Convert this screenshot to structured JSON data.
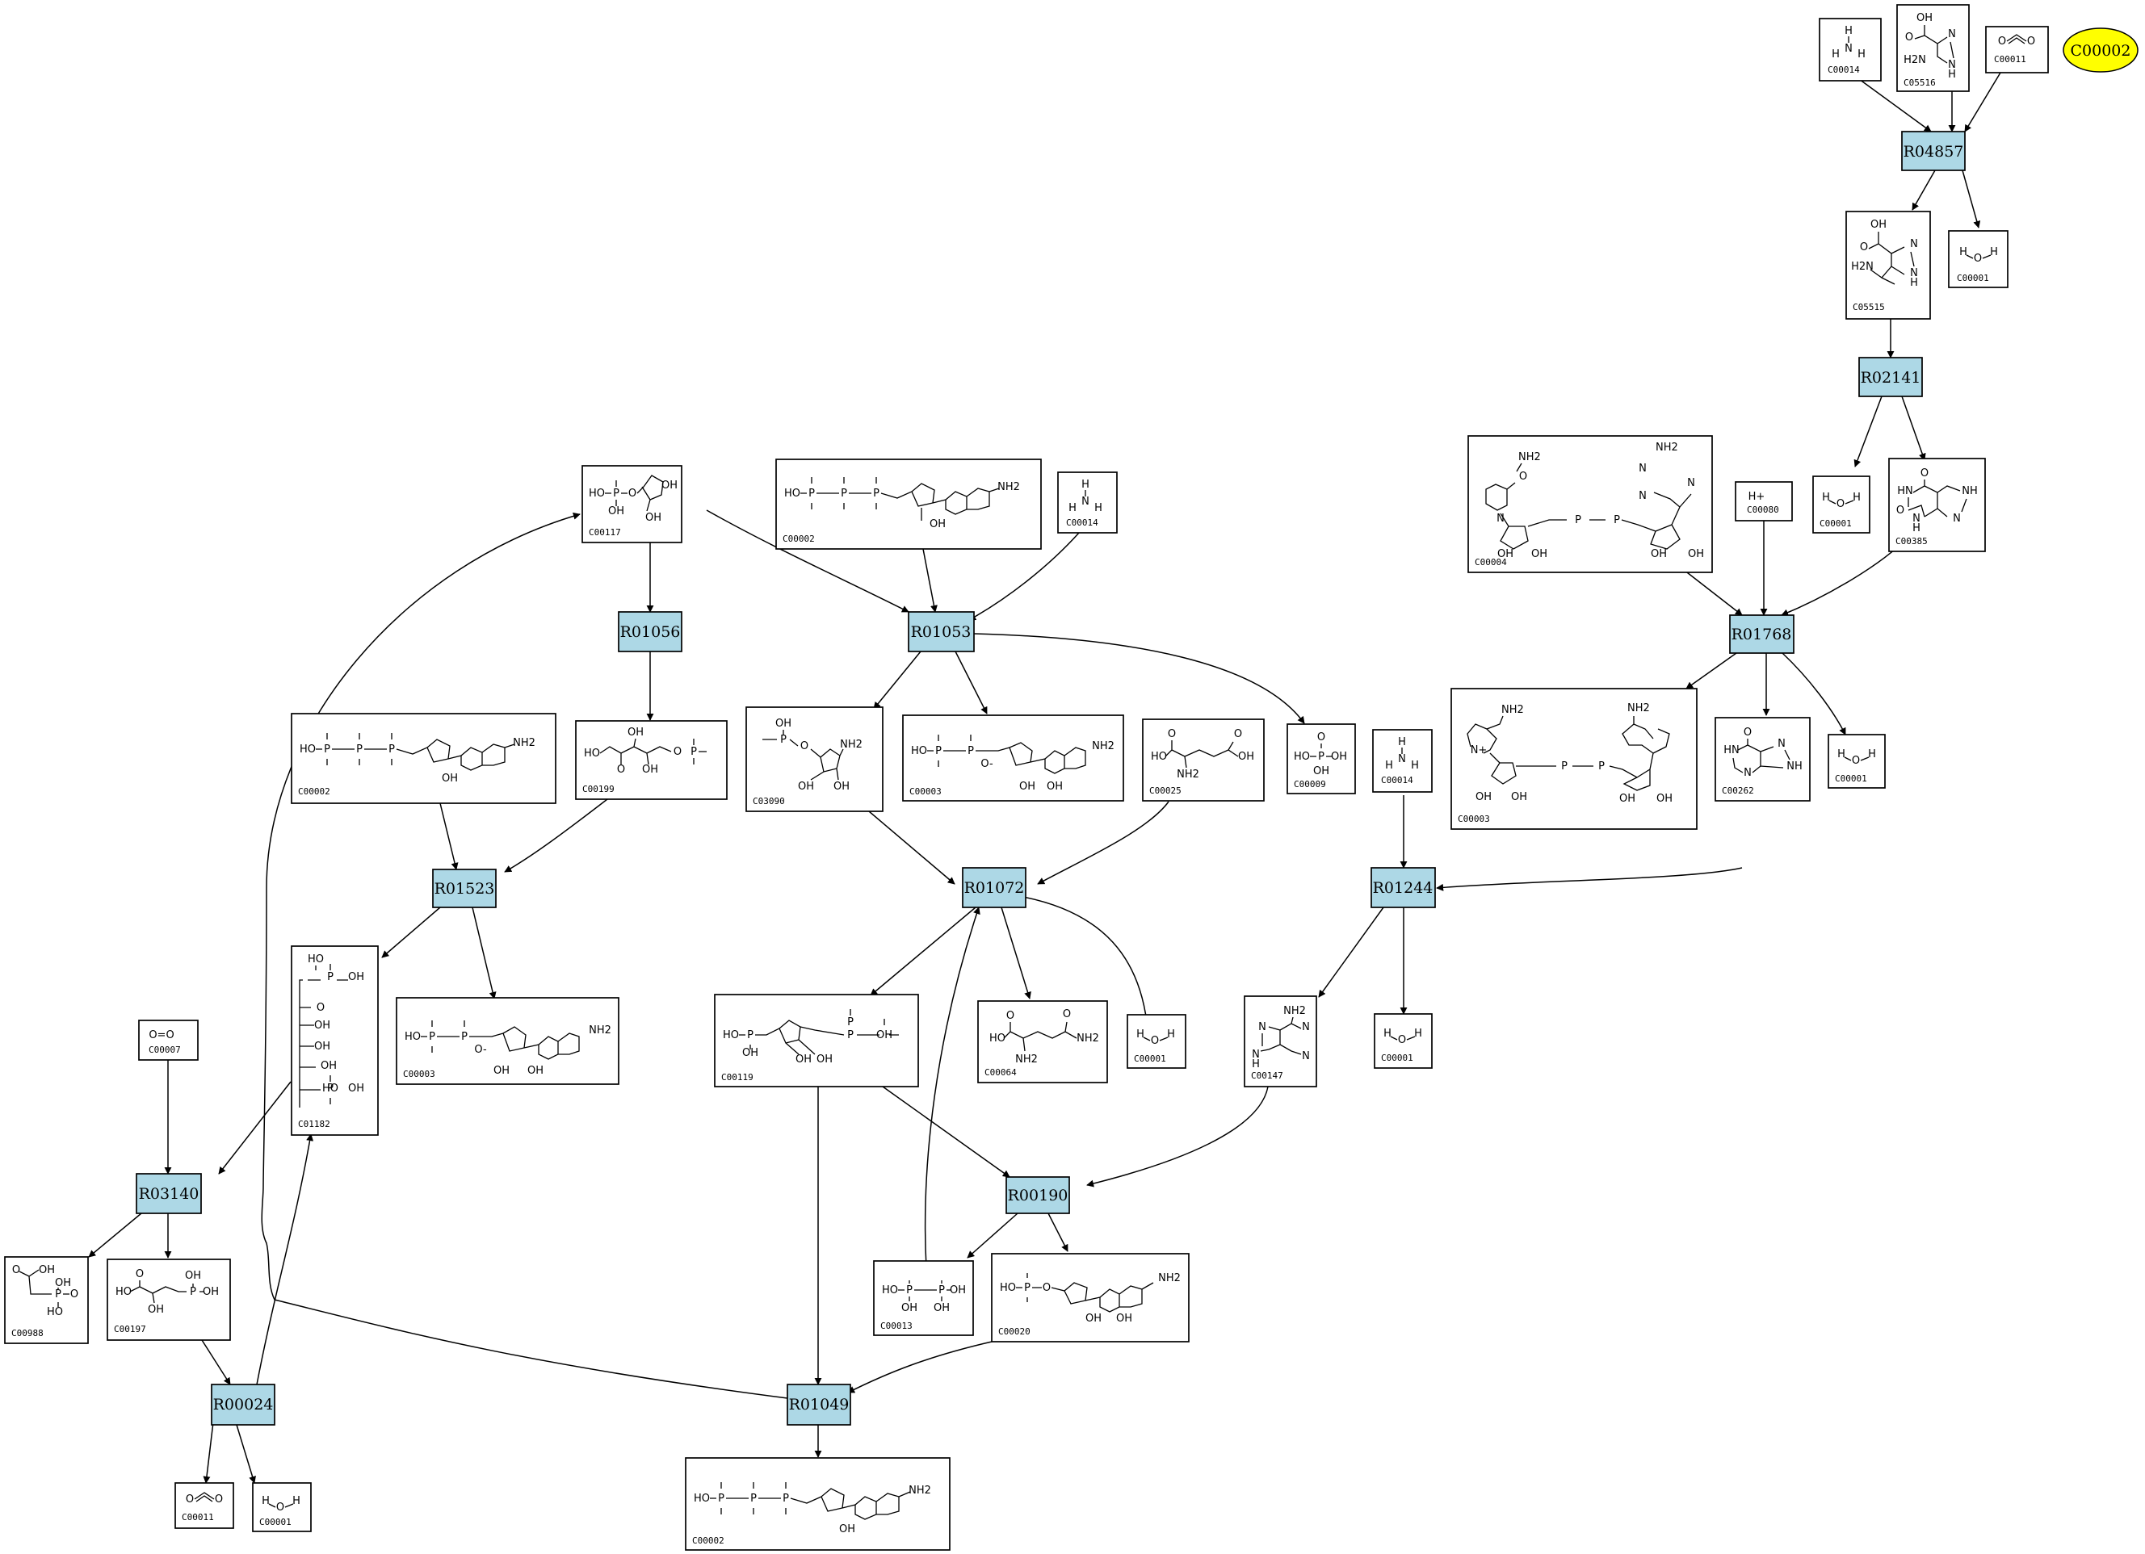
{
  "reactions": [
    {
      "id": "R04857",
      "label": "R04857"
    },
    {
      "id": "R02141",
      "label": "R02141"
    },
    {
      "id": "R01768",
      "label": "R01768"
    },
    {
      "id": "R01056",
      "label": "R01056"
    },
    {
      "id": "R01053",
      "label": "R01053"
    },
    {
      "id": "R01523",
      "label": "R01523"
    },
    {
      "id": "R01072",
      "label": "R01072"
    },
    {
      "id": "R01244",
      "label": "R01244"
    },
    {
      "id": "R03140",
      "label": "R03140"
    },
    {
      "id": "R00190",
      "label": "R00190"
    },
    {
      "id": "R00024",
      "label": "R00024"
    },
    {
      "id": "R01049",
      "label": "R01049"
    }
  ],
  "compounds": [
    {
      "label": "C00014",
      "atoms": [
        "H",
        "N",
        "H",
        "H"
      ]
    },
    {
      "label": "C05516",
      "atoms": [
        "OH",
        "O",
        "N",
        "N",
        "H2N",
        "H"
      ]
    },
    {
      "label": "C00011",
      "atoms": [
        "O",
        "O"
      ]
    },
    {
      "label": "C05515",
      "atoms": [
        "OH",
        "O",
        "N",
        "H2N",
        "N",
        "H"
      ]
    },
    {
      "label": "C00001",
      "atoms": [
        "H",
        "O",
        "H"
      ]
    },
    {
      "label": "C00004",
      "atoms": [
        "NH2",
        "NH2",
        "O",
        "N",
        "N",
        "N",
        "N",
        "OH",
        "OH",
        "OH",
        "OH"
      ]
    },
    {
      "label": "C00080",
      "atoms": [
        "H+"
      ]
    },
    {
      "label": "C00001",
      "atoms": [
        "H",
        "O",
        "H"
      ]
    },
    {
      "label": "C00385",
      "atoms": [
        "O",
        "HN",
        "NH",
        "N",
        "O",
        "N",
        "H"
      ]
    },
    {
      "label": "C00117",
      "atoms": [
        "HO",
        "P",
        "O",
        "OH",
        "OH",
        "OH"
      ]
    },
    {
      "label": "C00002",
      "atoms": [
        "HO",
        "P",
        "P",
        "P",
        "OH",
        "NH2"
      ]
    },
    {
      "label": "C00014",
      "atoms": [
        "H",
        "N",
        "H",
        "H"
      ]
    },
    {
      "label": "C00003",
      "atoms": [
        "NH2",
        "NH2",
        "N+",
        "OH",
        "OH",
        "OH",
        "OH"
      ]
    },
    {
      "label": "C00262",
      "atoms": [
        "O",
        "HN",
        "N",
        "NH",
        "N"
      ]
    },
    {
      "label": "C00001",
      "atoms": [
        "H",
        "O",
        "H"
      ]
    },
    {
      "label": "C00002",
      "atoms": [
        "HO",
        "P",
        "P",
        "P",
        "OH",
        "NH2"
      ]
    },
    {
      "label": "C00199",
      "atoms": [
        "OH",
        "O",
        "P",
        "O",
        "HO",
        "OH"
      ]
    },
    {
      "label": "C03090",
      "atoms": [
        "OH",
        "P",
        "O",
        "NH2",
        "OH",
        "OH"
      ]
    },
    {
      "label": "C00003",
      "atoms": [
        "HO",
        "P",
        "P",
        "O-",
        "NH2",
        "OH",
        "OH"
      ]
    },
    {
      "label": "C00025",
      "atoms": [
        "O",
        "O",
        "HO",
        "OH",
        "NH2"
      ]
    },
    {
      "label": "C00009",
      "atoms": [
        "HO",
        "P",
        "OH",
        "OH"
      ]
    },
    {
      "label": "C00014",
      "atoms": [
        "H",
        "N",
        "H",
        "H"
      ]
    },
    {
      "label": "C01182",
      "atoms": [
        "HO",
        "P",
        "OH",
        "OH",
        "OH",
        "OH",
        "HO",
        "P",
        "OH"
      ]
    },
    {
      "label": "C00003",
      "atoms": [
        "HO",
        "P",
        "P",
        "O-",
        "NH2",
        "OH",
        "OH"
      ]
    },
    {
      "label": "C00007",
      "atoms": [
        "O=O"
      ]
    },
    {
      "label": "C00119",
      "atoms": [
        "HO",
        "P",
        "OH",
        "P",
        "P",
        "OH",
        "OH",
        "OH"
      ]
    },
    {
      "label": "C00064",
      "atoms": [
        "O",
        "HO",
        "NH2",
        "NH2",
        "O"
      ]
    },
    {
      "label": "C00001",
      "atoms": [
        "H",
        "O",
        "H"
      ]
    },
    {
      "label": "C00147",
      "atoms": [
        "NH2",
        "N",
        "N",
        "N",
        "N",
        "H"
      ]
    },
    {
      "label": "C00001",
      "atoms": [
        "H",
        "O",
        "H"
      ]
    },
    {
      "label": "C00988",
      "atoms": [
        "O",
        "OH",
        "OH",
        "P",
        "O",
        "HO"
      ]
    },
    {
      "label": "C00197",
      "atoms": [
        "O",
        "HO",
        "P",
        "OH",
        "OH",
        "OH"
      ]
    },
    {
      "label": "C00013",
      "atoms": [
        "HO",
        "P",
        "P",
        "OH",
        "OH",
        "OH"
      ]
    },
    {
      "label": "C00020",
      "atoms": [
        "HO",
        "P",
        "O",
        "NH2",
        "OH",
        "OH"
      ]
    },
    {
      "label": "C00011",
      "atoms": [
        "O",
        "O"
      ]
    },
    {
      "label": "C00001",
      "atoms": [
        "H",
        "O",
        "H"
      ]
    },
    {
      "label": "C00002",
      "atoms": [
        "HO",
        "P",
        "P",
        "P",
        "OH",
        "NH2"
      ]
    }
  ],
  "query_node": {
    "label": "C00002",
    "color": "#ffff00"
  },
  "colors": {
    "reaction_fill": "#add8e6",
    "compound_fill": "#ffffff",
    "query_fill": "#ffff00"
  }
}
